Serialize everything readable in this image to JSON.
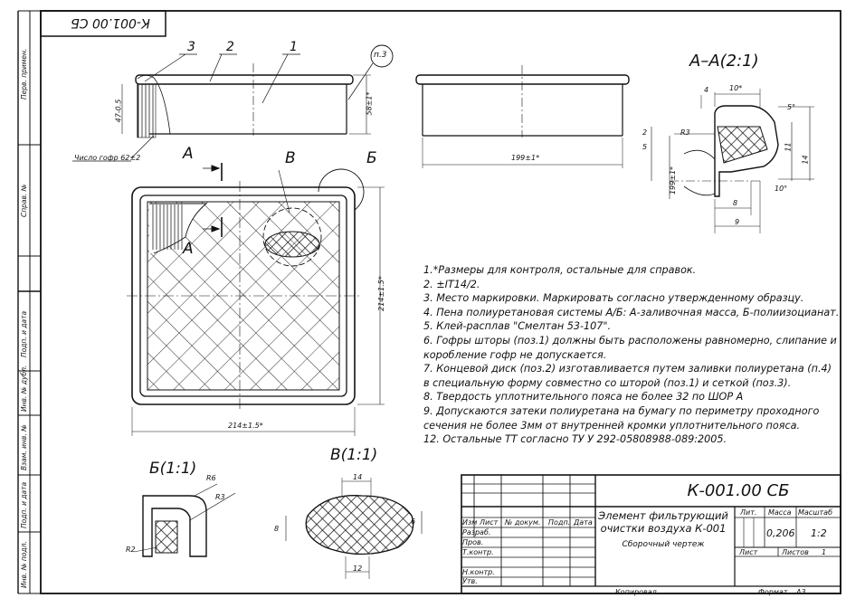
{
  "stamp_code": "К-001.00 СБ",
  "side_columns": [
    "Перв. примен.",
    "Справ. №",
    "Подп. и дата",
    "Инв. № дубл.",
    "Взам. инв. №",
    "Подп. и дата",
    "Инв. № подл."
  ],
  "labels": {
    "item1": "1",
    "item2": "2",
    "item3": "3",
    "p3": "п.3",
    "section_a": "А",
    "view_b": "В",
    "view_bb": "Б",
    "section_title": "А–А(2:1)",
    "view_bb_title": "Б(1:1)",
    "view_b_title": "В(1:1)",
    "folds": "Число гофр 62±2"
  },
  "dimensions": {
    "h_overall": "58±1*",
    "h_body": "47-0.5",
    "width_top": "199±1*",
    "width_plan": "214±1.5*",
    "height_plan": "214±1.5*",
    "d4": "4",
    "d10a": "10*",
    "d5deg": "5°",
    "dR3": "R3",
    "d2": "2",
    "d5": "5",
    "d199": "199±1*",
    "d11": "11",
    "d14": "14",
    "d10deg": "10°",
    "d8": "8",
    "d9": "9",
    "dR6": "R6",
    "dR3b": "R3",
    "dR2": "R2",
    "m14": "14",
    "m8": "8",
    "m6": "6",
    "m12": "12"
  },
  "notes": [
    "1.*Размеры для контроля, остальные для справок.",
    "2. ±IT14/2.",
    "3. Место маркировки. Маркировать согласно утвержденному образцу.",
    "4. Пена полиуретановая системы А/Б: А-заливочная масса, Б-полиизоцианат.",
    "5. Клей-расплав \"Смелтан 53-107\".",
    "6. Гофры шторы (поз.1) должны быть расположены равномерно, слипание и",
    "коробление гофр не допускается.",
    "7. Концевой диск (поз.2) изготавливается путем заливки полиуретана (п.4)",
    "в специальную форму совместно со шторой (поз.1) и сеткой (поз.3).",
    "8. Твердость уплотнительного пояса не более 32 по ШОР А",
    "9. Допускаются затеки полиуретана на бумагу по периметру проходного",
    "сечения не более 3мм от внутренней кромки уплотнительного пояса.",
    "12. Остальные ТТ согласно ТУ У 292-05808988-089:2005."
  ],
  "title_block": {
    "code": "К-001.00 СБ",
    "name_line1": "Элемент фильтрующий",
    "name_line2": "очистки воздуха К-001",
    "doc_type": "Сборочный чертеж",
    "headers": [
      "Изм",
      "Лист",
      "№ докум.",
      "Подп.",
      "Дата"
    ],
    "roles": [
      "Разраб.",
      "Пров.",
      "Т.контр.",
      "Н.контр.",
      "Утв."
    ],
    "lit": "Лит.",
    "mass": "Масса",
    "scale": "Масштаб",
    "mass_value": "0,206",
    "scale_value": "1:2",
    "sheet": "Лист",
    "sheets": "Листов",
    "sheets_value": "1",
    "copied": "Копировал",
    "format": "Формат",
    "format_value": "А3"
  }
}
